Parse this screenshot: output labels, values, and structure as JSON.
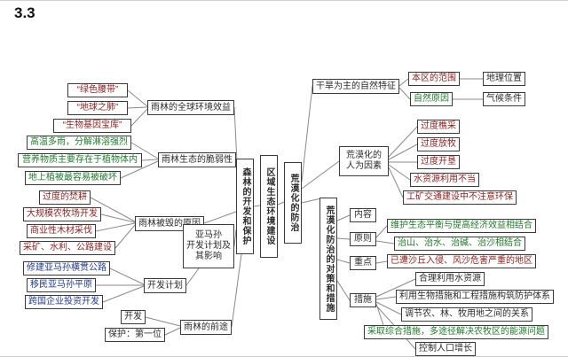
{
  "title": "3.3",
  "center": {
    "forest_branch": "森林的开发和保护",
    "root": "区域生态环境建设",
    "desert_branch": "荒漠化的防治"
  },
  "forest": {
    "benefits": {
      "label": "雨林的全球环境效益",
      "items": [
        "“绿色腰带”",
        "“地球之肺”",
        "“生物基因宝库”"
      ]
    },
    "fragility": {
      "label": "雨林生态的脆弱性",
      "items": [
        "高温多雨，分解淋溶强烈",
        "营养物质主要存在于植物体内",
        "地上植被最容易被破坏"
      ]
    },
    "destruction": {
      "label": "雨林被毁的原因",
      "items": [
        "过度的焚耕",
        "大规模农牧场开发",
        "商业性木材采伐",
        "采矿、水利、公路建设"
      ]
    },
    "amazon": {
      "label_lines": [
        "亚马孙",
        "开发计划及",
        "其影响"
      ],
      "plan": "开发计划",
      "items": [
        "修建亚马孙横贯公路",
        "移民亚马孙平原",
        "跨国企业投资开发"
      ]
    },
    "future": {
      "label": "雨林的前途",
      "items": [
        "开发",
        "保护：第一位"
      ]
    }
  },
  "desert": {
    "natural": {
      "label": "干旱为主的自然特征",
      "range": "本区的范围",
      "location": "地理位置",
      "cause": "自然原因",
      "climate": "气候条件"
    },
    "human": {
      "label_lines": [
        "荒漠化的",
        "人为因素"
      ],
      "items": [
        "过度樵采",
        "过度放牧",
        "过度开垦",
        "水资源利用不当",
        "工矿交通建设中不注意环保"
      ]
    },
    "control": {
      "label": "荒漠化防治的对策和措施",
      "content": "内容",
      "principle": "原则",
      "principles": [
        "维护生态平衡与提高经济效益相结合",
        "治山、治水、治碱、治沙相结合"
      ],
      "focus": "重点",
      "focus_area": "已遭沙丘入侵、风沙危害严重的地区",
      "measures_label": "措施",
      "measures": [
        "合理利用水资源",
        "利用生物措施和工程措施构筑防护体系",
        "调节农、林、牧用地之间的关系",
        "采取综合措施，多途径解决农牧区的能源问题",
        "控制人口增长"
      ]
    }
  },
  "colors": {
    "maroon": "#8a1f1f",
    "green": "#1f7a2a",
    "navy": "#223a8f",
    "ink": "#2b2b2b",
    "line": "#8a8a8a"
  }
}
